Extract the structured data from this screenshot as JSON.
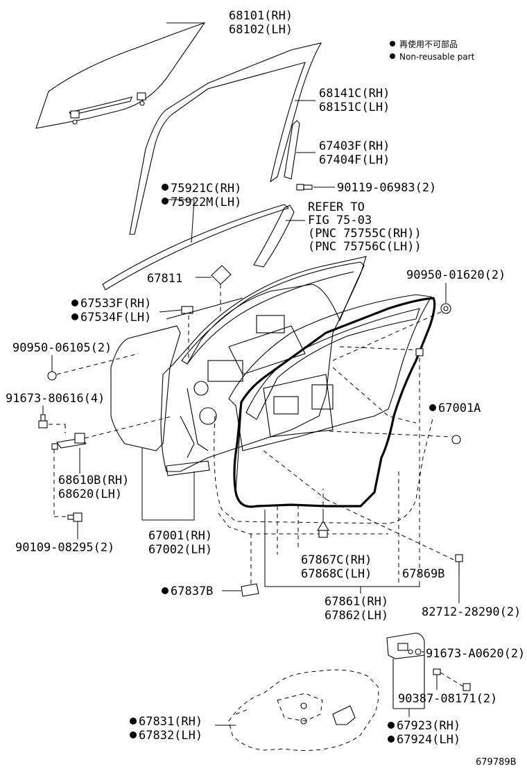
{
  "legend": {
    "items": [
      {
        "bullet": "●",
        "text": "再使用不可部品"
      },
      {
        "bullet": "●",
        "text": "Non-reusable part"
      }
    ]
  },
  "labels": {
    "glass_rh": "68101(RH)",
    "glass_lh": "68102(LH)",
    "run_rh": "68141C(RH)",
    "run_lh": "68151C(LH)",
    "frame_rh": "67403F(RH)",
    "frame_lh": "67404F(LH)",
    "bolt_top": "90119-06983(2)",
    "mould_rh": "75921C(RH)",
    "mould_lh": "75922M(LH)",
    "refer_1": "REFER TO",
    "refer_2": "FIG 75-03",
    "refer_3": "(PNC 75755C(RH))",
    "refer_4": "(PNC 75756C(LH))",
    "seal_small": "67811",
    "clip_top_right": "90950-01620(2)",
    "weather_rh": "67533F(RH)",
    "weather_lh": "67534F(LH)",
    "plug_left": "90950-06105(2)",
    "screw_left": "91673-80616(4)",
    "weatherstrip": "67001A",
    "hinge_rh": "68610B(RH)",
    "hinge_lh": "68620(LH)",
    "door_rh": "67001(RH)",
    "door_lh": "67002(LH)",
    "bolt_bottom": "90109-08295(2)",
    "weather_strip_rh": "67867C(RH)",
    "weather_strip_lh": "67868C(LH)",
    "strip_b": "67869B",
    "cover_b": "67837B",
    "opening_rh": "67861(RH)",
    "opening_lh": "67862(LH)",
    "clip_bottom": "82712-28290(2)",
    "screw_right": "91673-A0620(2)",
    "clip_right": "90387-08171(2)",
    "cover_rh": "67831(RH)",
    "cover_lh": "67832(LH)",
    "bracket_rh": "67923(RH)",
    "bracket_lh": "67924(LH)",
    "figure_id": "679789B"
  }
}
